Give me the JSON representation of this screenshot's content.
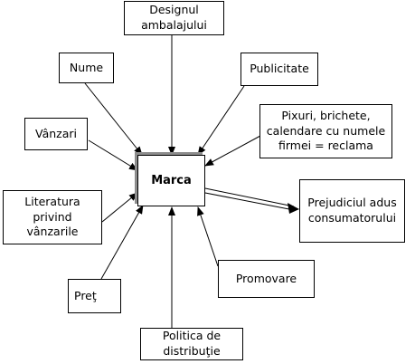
{
  "diagram": {
    "center": "Marca",
    "nodes": {
      "designul": "Designul\nambalajului",
      "nume": "Nume",
      "publicitate": "Publicitate",
      "pixuri": "Pixuri, brichete,\ncalendare cu numele\nfirmei = reclama",
      "vanzari": "Vânzari",
      "literatura": "Literatura\nprivind\nvânzarile",
      "prejudiciul": "Prejudiciul adus\nconsumatorului",
      "pret": "Preţ",
      "promovare": "Promovare",
      "politica": "Politica de\ndistribuţie"
    },
    "edges": [
      {
        "from": "designul",
        "to": "center"
      },
      {
        "from": "nume",
        "to": "center"
      },
      {
        "from": "publicitate",
        "to": "center"
      },
      {
        "from": "pixuri",
        "to": "center"
      },
      {
        "from": "vanzari",
        "to": "center"
      },
      {
        "from": "literatura",
        "to": "center"
      },
      {
        "from": "pret",
        "to": "center"
      },
      {
        "from": "politica",
        "to": "center"
      },
      {
        "from": "promovare",
        "to": "center"
      },
      {
        "from": "center",
        "to": "prejudiciul",
        "style": "double"
      }
    ]
  }
}
